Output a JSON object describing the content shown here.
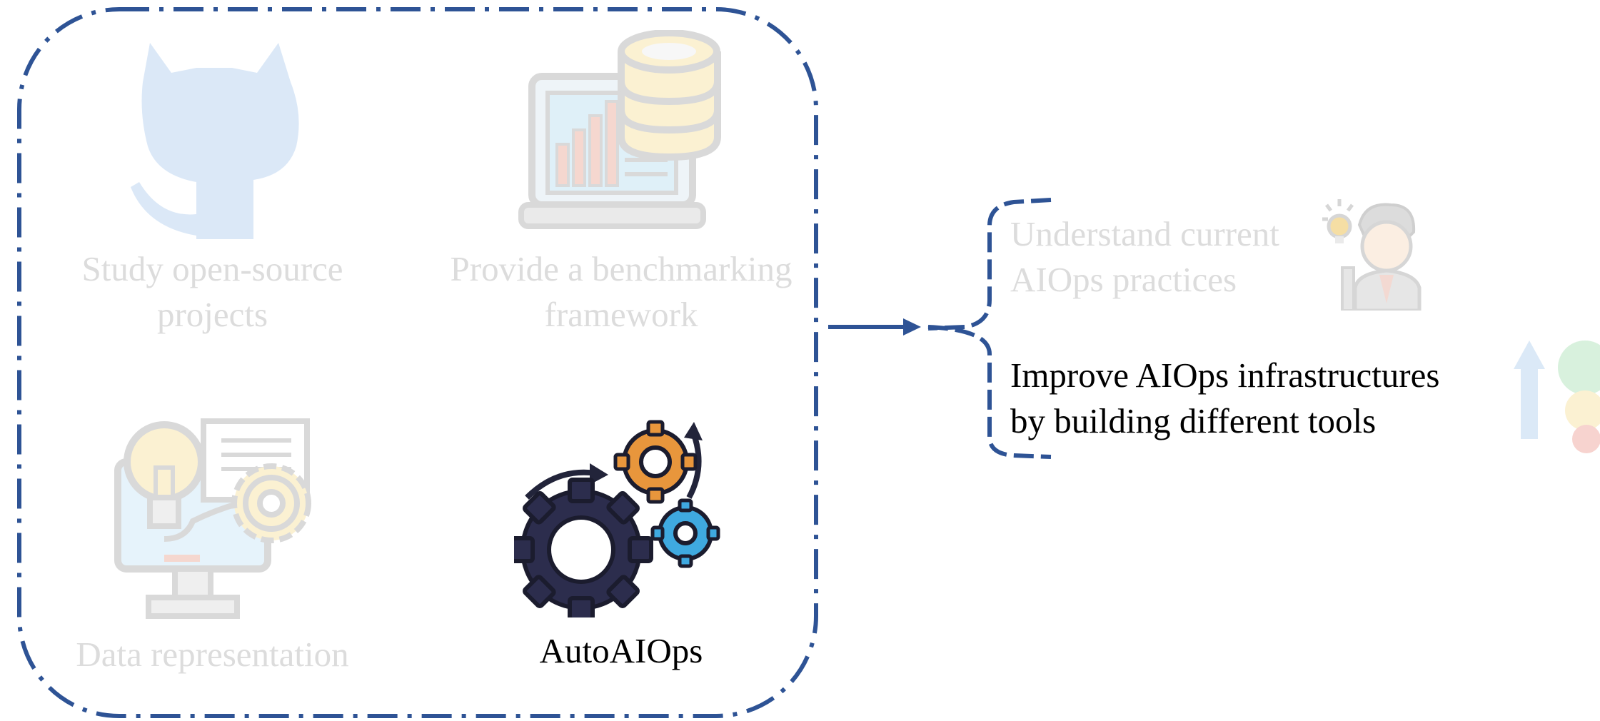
{
  "diagram": {
    "tasks": [
      {
        "id": "study",
        "line1": "Study open-source",
        "line2": "projects",
        "state": "faded"
      },
      {
        "id": "benchmark",
        "line1": "Provide a benchmarking",
        "line2": "framework",
        "state": "faded"
      },
      {
        "id": "data",
        "line1": "Data representation",
        "state": "faded"
      },
      {
        "id": "autoaiops",
        "line1": "AutoAIOps",
        "state": "highlighted"
      }
    ],
    "goals": [
      {
        "id": "understand",
        "line1": "Understand current",
        "line2": "AIOps practices",
        "state": "faded"
      },
      {
        "id": "improve",
        "line1": "Improve AIOps infrastructures",
        "line2": "by building different tools",
        "state": "highlighted"
      }
    ],
    "colors": {
      "dashed_border": "#2e5395",
      "arrow": "#2e5395",
      "faded_text": "#dcdcdc",
      "highlight_text": "#000000"
    },
    "icons": [
      "github-octocat-icon",
      "laptop-database-icon",
      "lightbulb-monitor-gear-icon",
      "gears-icon",
      "person-idea-icon",
      "satisfaction-arrow-icon"
    ]
  }
}
